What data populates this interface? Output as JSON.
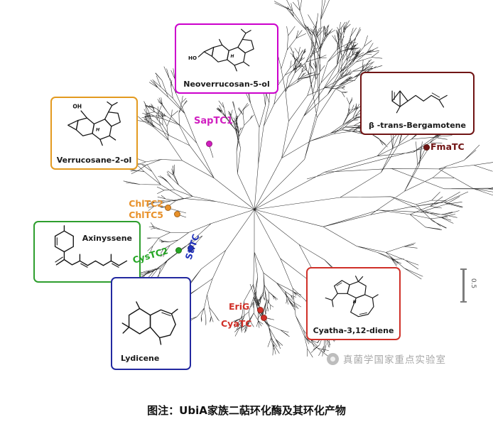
{
  "figure": {
    "caption": "图注：UbiA家族二萜环化酶及其环化产物",
    "watermark": "真菌学国家重点实验室",
    "scale_label": "0.5"
  },
  "compounds": [
    {
      "name": "Neoverrucosan-5-ol",
      "box_color": "#cc00cc",
      "atoms": [
        "HO",
        "H"
      ]
    },
    {
      "name": "Verrucosane-2-ol",
      "box_color": "#e39a20",
      "atoms": [
        "OH",
        "H"
      ]
    },
    {
      "name": "β -trans-Bergamotene",
      "box_color": "#701414",
      "atoms": []
    },
    {
      "name": "Axinyssene",
      "box_color": "#2e9e2e",
      "atoms": []
    },
    {
      "name": "Lydicene",
      "box_color": "#2329a0",
      "atoms": []
    },
    {
      "name": "Cyatha-3,12-diene",
      "box_color": "#d03028",
      "atoms": [
        "H"
      ]
    }
  ],
  "enzymes": [
    {
      "label": "SapTC1",
      "color": "#d01ec0"
    },
    {
      "label": "FmaTC",
      "color": "#701414"
    },
    {
      "label": "ChlTC2",
      "color": "#e8912a"
    },
    {
      "label": "ChlTC5",
      "color": "#e8912a"
    },
    {
      "label": "CysTC2",
      "color": "#23a623"
    },
    {
      "label": "StlTC",
      "color": "#2233bb"
    },
    {
      "label": "EriG",
      "color": "#d03028"
    },
    {
      "label": "CyaTC",
      "color": "#d03028"
    }
  ]
}
